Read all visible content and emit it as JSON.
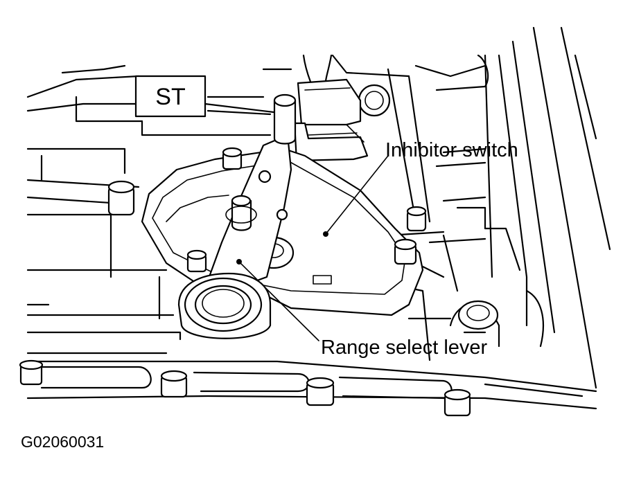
{
  "labels": {
    "st_tool": "ST",
    "inhibitor_switch": "Inhibitor switch",
    "range_select_lever": "Range select lever",
    "figure_code": "G02060031"
  }
}
